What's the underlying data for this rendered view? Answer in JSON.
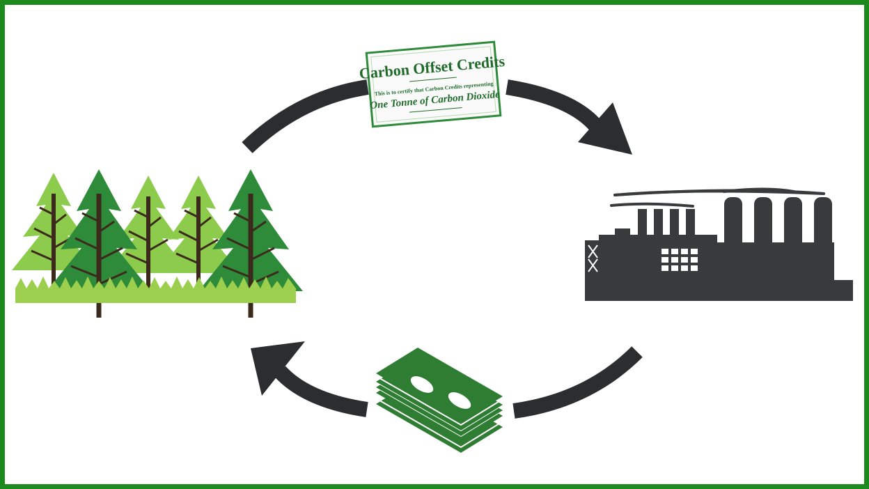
{
  "colors": {
    "frame": "#1d8a1d",
    "arrow": "#2b2d2f",
    "factory": "#383a3b",
    "tree_dark": "#2e8b3a",
    "tree_light": "#8dcb4c",
    "grass": "#9ccf4d",
    "money": "#2e7d32",
    "certificate_text": "#1f6b2a"
  },
  "certificate": {
    "title": "Carbon Offset Credits",
    "line1": "This is to certify that Carbon Credits representing",
    "line2": "One Tonne of Carbon Dioxide"
  },
  "icons": {
    "forest": "pine-forest-icon",
    "factory": "factory-icon",
    "money": "money-stack-icon",
    "certificate": "certificate-icon"
  }
}
